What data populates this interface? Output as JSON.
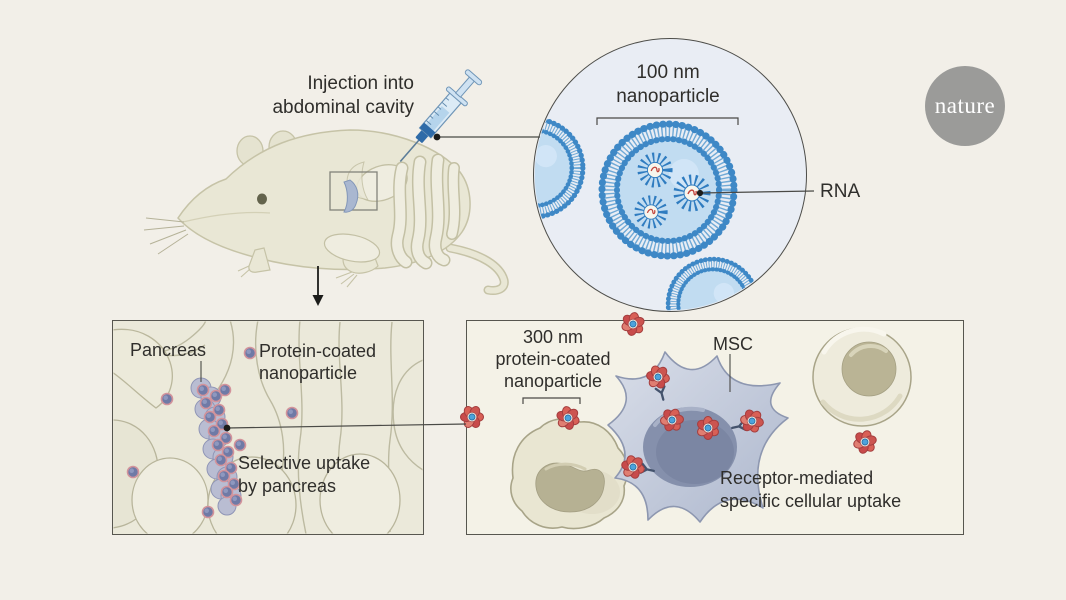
{
  "figure": {
    "injection": {
      "line1": "Injection into",
      "line2": "abdominal cavity"
    },
    "magnifier": {
      "size_line1": "100 nm",
      "size_line2": "nanoparticle",
      "rna": "RNA"
    },
    "logo": {
      "text": "nature"
    },
    "pancreas_panel": {
      "pancreas": "Pancreas",
      "particle_line1": "Protein-coated",
      "particle_line2": "nanoparticle",
      "uptake_line1": "Selective uptake",
      "uptake_line2": "by pancreas"
    },
    "cell_panel": {
      "size_line1": "300 nm",
      "size_line2": "protein-coated",
      "size_line3": "nanoparticle",
      "msc": "MSC",
      "uptake_line1": "Receptor-mediated",
      "uptake_line2": "specific cellular uptake"
    },
    "colors": {
      "background": "#f2efe8",
      "left_panel_bg": "#ebe9da",
      "right_panel_bg": "#f4f2e7",
      "magnifier_bg": "#e9edf4",
      "membrane_blue": "#3e88c6",
      "rna_red": "#c0443c",
      "flower_particle_red": "#d65c5c",
      "particle_center_blue": "#4da3dc",
      "pancreas_lavender": "#b5b9d0",
      "nanoparticle_dot_blue": "#6f7aa6",
      "msc_body_blue": "#c9d0e0",
      "cell_beige": "#e8e5d0",
      "mouse_beige": "#e9e7d5",
      "outline_olive": "#b7b49a",
      "logo_gray": "#9b9b99",
      "text": "#2f2e2b",
      "line": "#4a4a46"
    }
  }
}
